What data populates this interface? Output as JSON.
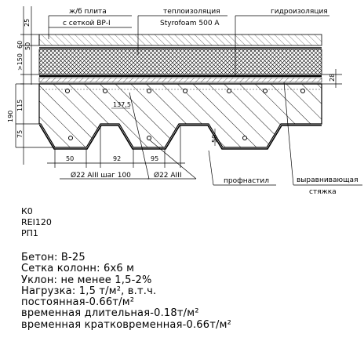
{
  "drawing": {
    "labels": {
      "slab_line1": "ж/б плита",
      "slab_line2": "с сеткой ВР-I",
      "insulation_line1": "теплоизоляция",
      "insulation_line2": "Styrofoam 500 A",
      "waterproofing": "гидроизоляция",
      "profiled_sheet": "профнастил",
      "screed_line1": "выравнивающая",
      "screed_line2": "стяжка",
      "rebar_left": "Ø22 AIII шаг 100",
      "rebar_right": "Ø22 AIII"
    },
    "dimensions": {
      "d25": "25",
      "d60": "60",
      "d150": ">150",
      "d50_side": "50",
      "d115": "115",
      "d75": "75",
      "d190": "190",
      "d28": "28",
      "d137": "137,5",
      "d50_rib": "50",
      "d50_bottom": "50",
      "d92": "92",
      "d95": "95"
    }
  },
  "classification": {
    "k": "К0",
    "rei": "REI120",
    "rp": "РП1"
  },
  "specs": {
    "concrete": "Бетон: В-25",
    "grid": "Сетка колонн: 6х6 м",
    "slope": "Уклон: не менее 1,5-2%",
    "load": "Нагрузка: 1,5 т/м², в.т.ч.",
    "permanent": "постоянная-0.66т/м²",
    "long_term": "временная длительная-0.18т/м²",
    "short_term": "временная кратковременная-0.66т/м²"
  }
}
